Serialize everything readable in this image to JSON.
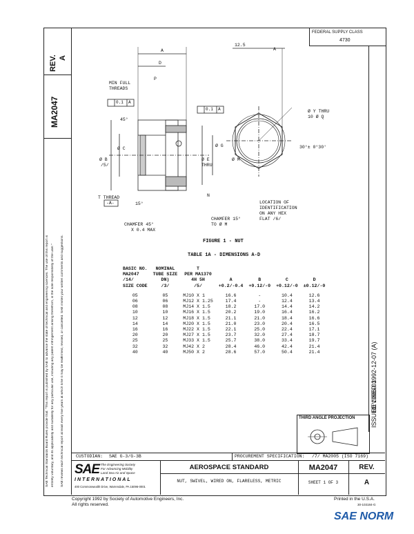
{
  "sidebar": {
    "doc_number": "MA2047",
    "rev_label": "REV.",
    "rev_value": "A",
    "disclaimer_line1": "SAE Technical Standards Board Rules provide that: \"This report is published by SAE to advance the state of technical and engineering sciences. The use of this report is",
    "disclaimer_line2": "entirely voluntary, and its applicability and suitability for any particular use, including any patent infringement arising therefrom, is the sole responsibility of the user.\"",
    "disclaimer_line3": "SAE reviews each technical report at least every five years at which time it may be reaffirmed, revised, or cancelled. SAE invites your written comments and suggestions."
  },
  "header": {
    "federal_supply_class_label": "FEDERAL SUPPLY CLASS",
    "federal_supply_class_value": "4730"
  },
  "right_margin": {
    "revised": "REVISED 1992-12-07 (A)",
    "issued": "ISSUED 1986-03"
  },
  "figure": {
    "caption": "FIGURE 1 - NUT",
    "labels": {
      "A": "A",
      "D": "D",
      "P": "P",
      "min_full_threads": "MIN FULL",
      "min_full_threads2": "THREADS",
      "tol1": "0.1",
      "tol1_ref": "A",
      "tol2": "0.1",
      "tol2_ref": "A",
      "angle45": "45°",
      "dia_c": "Ø C",
      "dia_b": "Ø B",
      "b_note": "/5/",
      "dia_g": "Ø G",
      "dia_e": "Ø E",
      "thru": "THRU",
      "dia_m": "Ø M",
      "thread_t": "T THREAD",
      "datum_a": "-A-",
      "angle15": "15°",
      "n": "N",
      "chamfer45_1": "CHAMFER 45°",
      "chamfer45_2": "X 0.4 MAX",
      "chamfer15_1": "CHAMFER 15°",
      "chamfer15_2": "TO Ø M",
      "hex_dim": "12.5",
      "hex_a": "A",
      "dia_y_1": "Ø Y THRU",
      "dia_y_2": "10 Ø Q",
      "angle_30": "30°± 0°30'",
      "location_1": "LOCATION OF",
      "location_2": "IDENTIFICATION",
      "location_3": "ON ANY HEX",
      "location_4": "FLAT /6/"
    }
  },
  "table": {
    "title": "TABLE 1A - DIMENSIONS A-D",
    "headers": [
      [
        "BASIC NO.",
        "NOMINAL",
        "T",
        "",
        "",
        "",
        ""
      ],
      [
        "MA2047",
        "TUBE SIZE",
        "PER MA1370",
        "",
        "",
        "",
        ""
      ],
      [
        "/14/",
        "DN)",
        "4H 5H",
        "A",
        "B",
        "C",
        "D"
      ],
      [
        "SIZE CODE",
        "/3/",
        "/5/",
        "+0.2/-0.4",
        "+0.12/-0",
        "+0.12/-0",
        "±0.12/-0"
      ]
    ],
    "rows": [
      [
        "05",
        "05",
        "MJ10 X 1",
        "16.6",
        "-",
        "10.4",
        "12.6"
      ],
      [
        "06",
        "06",
        "MJ12 X 1.25",
        "17.4",
        "-",
        "12.4",
        "13.4"
      ],
      [
        "08",
        "08",
        "MJ14 X 1.5",
        "18.2",
        "17.0",
        "14.4",
        "14.2"
      ],
      [
        "",
        "",
        "",
        "",
        "",
        "",
        ""
      ],
      [
        "10",
        "10",
        "MJ16 X 1.5",
        "20.2",
        "19.0",
        "16.4",
        "16.2"
      ],
      [
        "12",
        "12",
        "MJ18 X 1.5",
        "21.1",
        "21.0",
        "18.4",
        "16.6"
      ],
      [
        "14",
        "14",
        "MJ20 X 1.5",
        "21.0",
        "23.0",
        "20.4",
        "16.5"
      ],
      [
        "",
        "",
        "",
        "",
        "",
        "",
        ""
      ],
      [
        "16",
        "16",
        "MJ22 X 1.5",
        "22.1",
        "25.0",
        "22.4",
        "17.1"
      ],
      [
        "20",
        "20",
        "MJ27 X 1.5",
        "23.7",
        "32.0",
        "27.4",
        "18.7"
      ],
      [
        "25",
        "25",
        "MJ33 X 1.5",
        "25.7",
        "38.0",
        "33.4",
        "19.7"
      ],
      [
        "",
        "",
        "",
        "",
        "",
        "",
        ""
      ],
      [
        "32",
        "32",
        "MJ42 X 2",
        "28.4",
        "46.0",
        "42.4",
        "21.4"
      ],
      [
        "40",
        "40",
        "MJ50 X 2",
        "28.6",
        "57.0",
        "50.4",
        "21.4"
      ]
    ]
  },
  "projection_label": "THIRD ANGLE PROJECTION",
  "custodian": {
    "label": "CUSTODIAN:",
    "value": "SAE G-3/G-3B"
  },
  "procurement": {
    "label": "PROCUREMENT SPECIFICATION:",
    "value": "/7/ MA2005 (ISO 7169)"
  },
  "sae_block": {
    "logo": "SAE",
    "line1": "The Engineering Society",
    "line2": "For Advancing Mobility",
    "line3": "Land Sea Air and Space",
    "line4": "INTERNATIONAL",
    "address": "400 Commonwealth Drive, Warrendale, PA 15096-0001"
  },
  "title_block": {
    "standard": "AEROSPACE STANDARD",
    "description": "NUT, SWIVEL, WIRED ON, FLARELESS, METRIC",
    "doc_number": "MA2047",
    "sheet": "SHEET 1 OF 3",
    "rev_label": "REV.",
    "rev_value": "A"
  },
  "footer": {
    "copyright": "Copyright 1992 by Society of Automotive Engineers, Inc.",
    "rights": "All rights reserved.",
    "printed": "Printed in the U.S.A.",
    "code": "30-103184-G",
    "brand": "SAE NORM"
  }
}
